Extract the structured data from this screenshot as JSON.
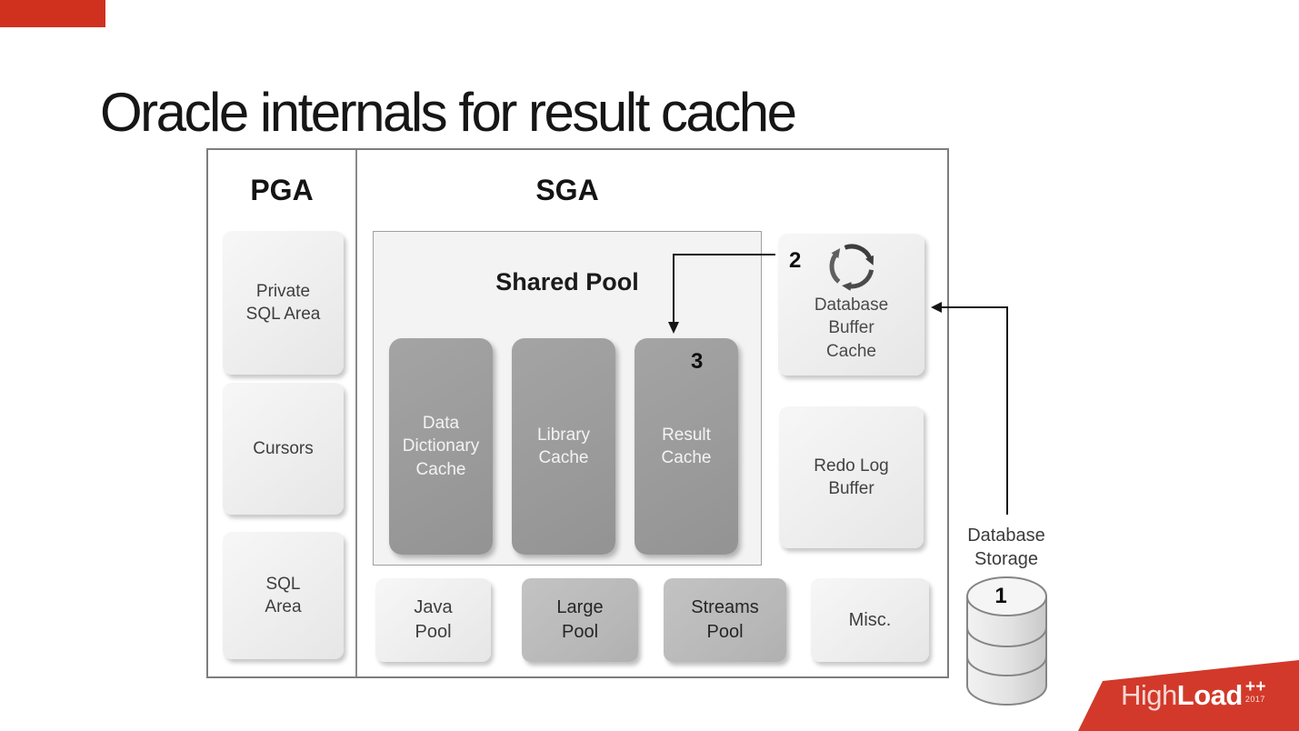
{
  "slide": {
    "title": "Oracle internals for result cache"
  },
  "colors": {
    "accent_red": "#d0311f",
    "dark_box_gray": "#9c9c9c",
    "medium_box_gray": "#b9b9b9",
    "light_box_gray": "#efefef"
  },
  "diagram": {
    "pga": {
      "label": "PGA",
      "boxes": [
        {
          "label": "Private SQL Area"
        },
        {
          "label": "Cursors"
        },
        {
          "label": "SQL Area"
        }
      ]
    },
    "sga": {
      "label": "SGA",
      "shared_pool": {
        "label": "Shared Pool",
        "boxes": [
          {
            "label": "Data Dictionary Cache"
          },
          {
            "label": "Library Cache"
          },
          {
            "label": "Result Cache",
            "badge": "3"
          }
        ]
      },
      "pools": [
        {
          "label": "Java Pool"
        },
        {
          "label": "Large Pool"
        },
        {
          "label": "Streams Pool"
        },
        {
          "label": "Misc."
        }
      ],
      "buffer_cache": {
        "label": "Database Buffer Cache",
        "badge": "2",
        "icon": "refresh-cycle-icon"
      },
      "redo_log_buffer": {
        "label": "Redo Log Buffer"
      }
    },
    "storage": {
      "label": "Database Storage",
      "badge": "1",
      "icon": "database-cylinder-icon"
    }
  },
  "logo": {
    "brand_light": "High",
    "brand_bold": "Load",
    "suffix": "++",
    "year": "2017"
  }
}
